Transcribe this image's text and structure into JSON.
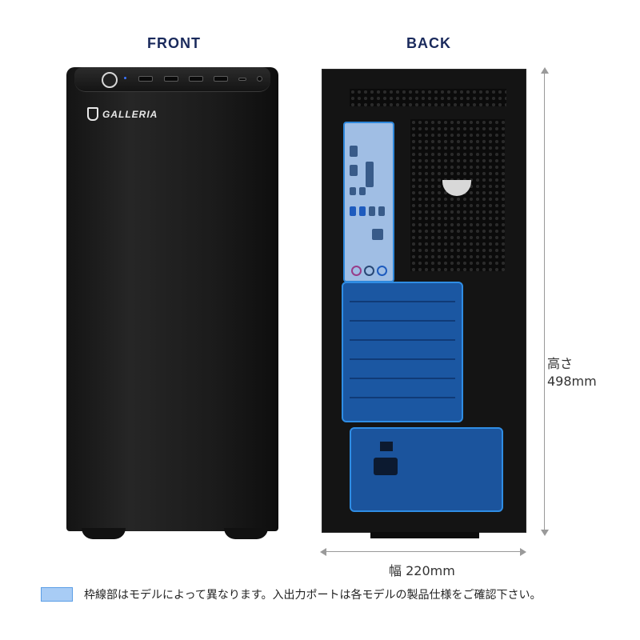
{
  "views": {
    "front": {
      "label": "FRONT",
      "brand_logo": "GALLERIA",
      "top_panel": {
        "power_button": "power-button",
        "indicator_led_color": "#3b74ff",
        "ports": [
          "usb",
          "usb",
          "usb",
          "usb",
          "usb-c",
          "audio-jack"
        ]
      }
    },
    "back": {
      "label": "BACK",
      "highlighted_regions": [
        "io-panel",
        "expansion-slots",
        "power-supply"
      ],
      "highlight_color": "#2f8de4"
    }
  },
  "dimensions": {
    "height_label": "高さ",
    "height_value": "498mm",
    "width_label": "幅 220mm"
  },
  "legend": {
    "swatch_color": "#a8ccf5",
    "text": "枠線部はモデルによって異なります。入出力ポートは各モデルの製品仕様をご確認下さい。"
  }
}
